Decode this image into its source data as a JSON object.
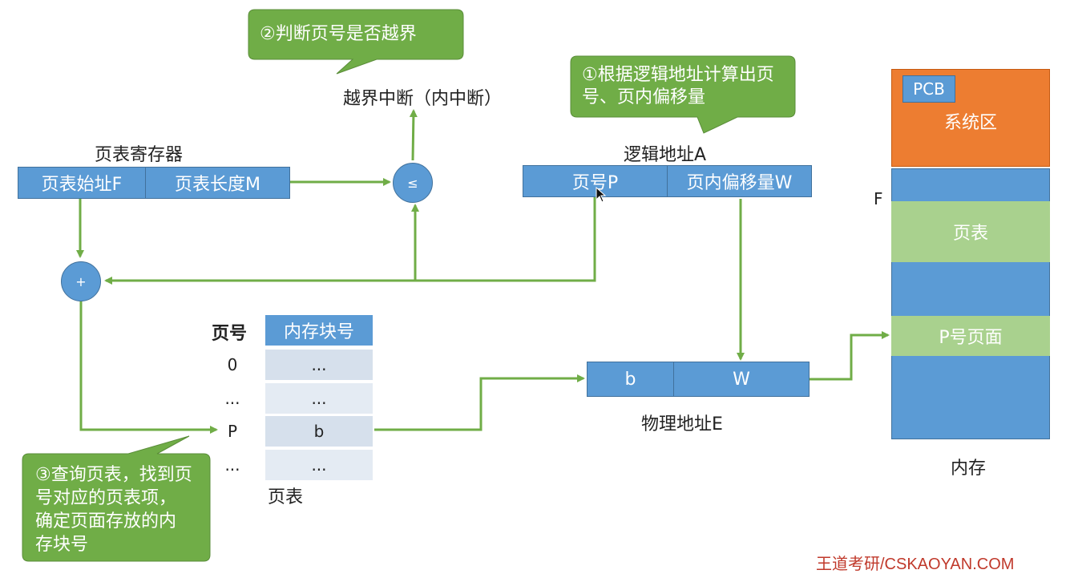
{
  "callouts": {
    "step1": "①根据逻辑地址计算出页号、页内偏移量",
    "step2": "②判断页号是否越界",
    "step3": "③查询页表，找到页号对应的页表项，确定页面存放的内存块号"
  },
  "page_table_register": {
    "title": "页表寄存器",
    "start": "页表始址F",
    "length": "页表长度M"
  },
  "comparator": {
    "symbol": "≤"
  },
  "adder": {
    "symbol": "+"
  },
  "interrupt": "越界中断（内中断）",
  "logical_address": {
    "title": "逻辑地址A",
    "page_no": "页号P",
    "offset": "页内偏移量W"
  },
  "page_table": {
    "col_page": "页号",
    "col_block": "内存块号",
    "rows": [
      {
        "page": "0",
        "block": "..."
      },
      {
        "page": "...",
        "block": "..."
      },
      {
        "page": "P",
        "block": "b"
      },
      {
        "page": "...",
        "block": "..."
      }
    ],
    "caption": "页表"
  },
  "physical_address": {
    "block": "b",
    "offset": "W",
    "title": "物理地址E"
  },
  "memory": {
    "pcb": "PCB",
    "system_area": "系统区",
    "f_marker": "F",
    "page_table": "页表",
    "page_p": "P号页面",
    "title": "内存"
  },
  "watermark": "王道考研/CSKAOYAN.COM",
  "colors": {
    "blue": "#5b9bd5",
    "green_bubble": "#70ad47",
    "light_green": "#a9d18e",
    "orange": "#ed7d31",
    "arrow_green": "#70ad47",
    "table_cell": "#d6e0ec"
  }
}
